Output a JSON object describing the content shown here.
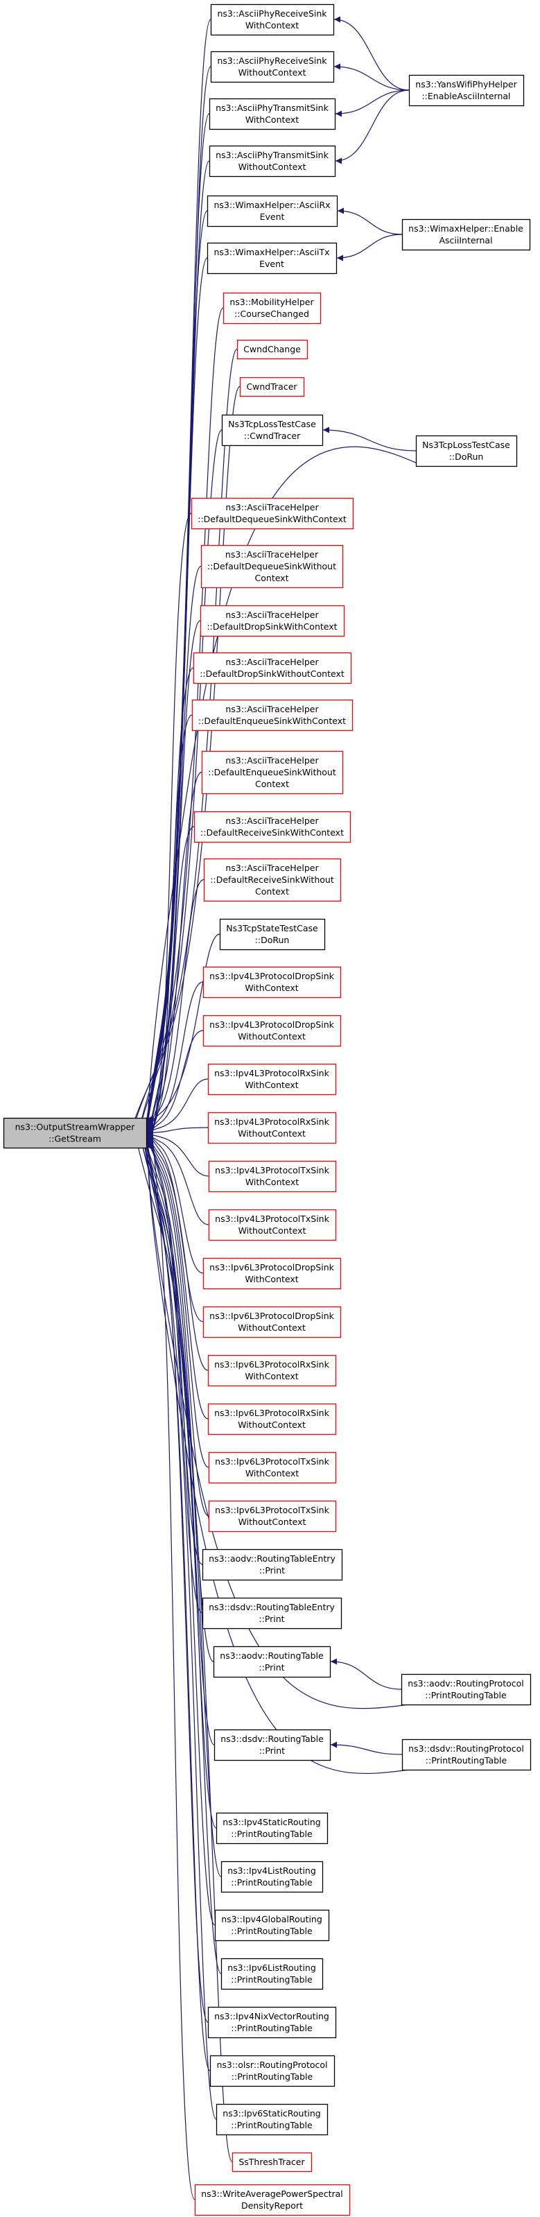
{
  "colors": {
    "edge": "#191970",
    "arrow": "#191970",
    "box_black": "#000000",
    "box_red": "#ff0000",
    "root_fill": "#bfbfbf",
    "node_fill": "#ffffff"
  },
  "root": {
    "id": "root",
    "lines": [
      "ns3::OutputStreamWrapper",
      "::GetStream"
    ]
  },
  "nodes": [
    {
      "id": "n1",
      "lines": [
        "ns3::AsciiPhyReceiveSink",
        "WithContext"
      ],
      "color": "black"
    },
    {
      "id": "n2",
      "lines": [
        "ns3::AsciiPhyReceiveSink",
        "WithoutContext"
      ],
      "color": "black"
    },
    {
      "id": "n3",
      "lines": [
        "ns3::AsciiPhyTransmitSink",
        "WithContext"
      ],
      "color": "black"
    },
    {
      "id": "n4",
      "lines": [
        "ns3::AsciiPhyTransmitSink",
        "WithoutContext"
      ],
      "color": "black"
    },
    {
      "id": "n5",
      "lines": [
        "ns3::WimaxHelper::AsciiRx",
        "Event"
      ],
      "color": "black"
    },
    {
      "id": "n6",
      "lines": [
        "ns3::WimaxHelper::AsciiTx",
        "Event"
      ],
      "color": "black"
    },
    {
      "id": "n7",
      "lines": [
        "ns3::MobilityHelper",
        "::CourseChanged"
      ],
      "color": "red"
    },
    {
      "id": "n8",
      "lines": [
        "CwndChange"
      ],
      "color": "red"
    },
    {
      "id": "n9",
      "lines": [
        "CwndTracer"
      ],
      "color": "red"
    },
    {
      "id": "n10",
      "lines": [
        "Ns3TcpLossTestCase",
        "::CwndTracer"
      ],
      "color": "black"
    },
    {
      "id": "n11",
      "lines": [
        "ns3::AsciiTraceHelper",
        "::DefaultDequeueSinkWithContext"
      ],
      "color": "red"
    },
    {
      "id": "n12",
      "lines": [
        "ns3::AsciiTraceHelper",
        "::DefaultDequeueSinkWithout",
        "Context"
      ],
      "color": "red"
    },
    {
      "id": "n13",
      "lines": [
        "ns3::AsciiTraceHelper",
        "::DefaultDropSinkWithContext"
      ],
      "color": "red"
    },
    {
      "id": "n14",
      "lines": [
        "ns3::AsciiTraceHelper",
        "::DefaultDropSinkWithoutContext"
      ],
      "color": "red"
    },
    {
      "id": "n15",
      "lines": [
        "ns3::AsciiTraceHelper",
        "::DefaultEnqueueSinkWithContext"
      ],
      "color": "red"
    },
    {
      "id": "n16",
      "lines": [
        "ns3::AsciiTraceHelper",
        "::DefaultEnqueueSinkWithout",
        "Context"
      ],
      "color": "red"
    },
    {
      "id": "n17",
      "lines": [
        "ns3::AsciiTraceHelper",
        "::DefaultReceiveSinkWithContext"
      ],
      "color": "red"
    },
    {
      "id": "n18",
      "lines": [
        "ns3::AsciiTraceHelper",
        "::DefaultReceiveSinkWithout",
        "Context"
      ],
      "color": "red"
    },
    {
      "id": "n19",
      "lines": [
        "Ns3TcpStateTestCase",
        "::DoRun"
      ],
      "color": "black"
    },
    {
      "id": "n20",
      "lines": [
        "ns3::Ipv4L3ProtocolDropSink",
        "WithContext"
      ],
      "color": "red"
    },
    {
      "id": "n21",
      "lines": [
        "ns3::Ipv4L3ProtocolDropSink",
        "WithoutContext"
      ],
      "color": "red"
    },
    {
      "id": "n22",
      "lines": [
        "ns3::Ipv4L3ProtocolRxSink",
        "WithContext"
      ],
      "color": "red"
    },
    {
      "id": "n23",
      "lines": [
        "ns3::Ipv4L3ProtocolRxSink",
        "WithoutContext"
      ],
      "color": "red"
    },
    {
      "id": "n24",
      "lines": [
        "ns3::Ipv4L3ProtocolTxSink",
        "WithContext"
      ],
      "color": "red"
    },
    {
      "id": "n25",
      "lines": [
        "ns3::Ipv4L3ProtocolTxSink",
        "WithoutContext"
      ],
      "color": "red"
    },
    {
      "id": "n26",
      "lines": [
        "ns3::Ipv6L3ProtocolDropSink",
        "WithContext"
      ],
      "color": "red"
    },
    {
      "id": "n27",
      "lines": [
        "ns3::Ipv6L3ProtocolDropSink",
        "WithoutContext"
      ],
      "color": "red"
    },
    {
      "id": "n28",
      "lines": [
        "ns3::Ipv6L3ProtocolRxSink",
        "WithContext"
      ],
      "color": "red"
    },
    {
      "id": "n29",
      "lines": [
        "ns3::Ipv6L3ProtocolRxSink",
        "WithoutContext"
      ],
      "color": "red"
    },
    {
      "id": "n30",
      "lines": [
        "ns3::Ipv6L3ProtocolTxSink",
        "WithContext"
      ],
      "color": "red"
    },
    {
      "id": "n31",
      "lines": [
        "ns3::Ipv6L3ProtocolTxSink",
        "WithoutContext"
      ],
      "color": "red"
    },
    {
      "id": "n32",
      "lines": [
        "ns3::aodv::RoutingTableEntry",
        "::Print"
      ],
      "color": "black"
    },
    {
      "id": "n33",
      "lines": [
        "ns3::dsdv::RoutingTableEntry",
        "::Print"
      ],
      "color": "black"
    },
    {
      "id": "n34",
      "lines": [
        "ns3::aodv::RoutingTable",
        "::Print"
      ],
      "color": "black"
    },
    {
      "id": "n35",
      "lines": [
        "ns3::dsdv::RoutingTable",
        "::Print"
      ],
      "color": "black"
    },
    {
      "id": "n36",
      "lines": [
        "ns3::Ipv4StaticRouting",
        "::PrintRoutingTable"
      ],
      "color": "black"
    },
    {
      "id": "n37",
      "lines": [
        "ns3::Ipv4ListRouting",
        "::PrintRoutingTable"
      ],
      "color": "black"
    },
    {
      "id": "n38",
      "lines": [
        "ns3::Ipv4GlobalRouting",
        "::PrintRoutingTable"
      ],
      "color": "black"
    },
    {
      "id": "n39",
      "lines": [
        "ns3::Ipv6ListRouting",
        "::PrintRoutingTable"
      ],
      "color": "black"
    },
    {
      "id": "n40",
      "lines": [
        "ns3::Ipv4NixVectorRouting",
        "::PrintRoutingTable"
      ],
      "color": "black"
    },
    {
      "id": "n41",
      "lines": [
        "ns3::olsr::RoutingProtocol",
        "::PrintRoutingTable"
      ],
      "color": "black"
    },
    {
      "id": "n42",
      "lines": [
        "ns3::Ipv6StaticRouting",
        "::PrintRoutingTable"
      ],
      "color": "black"
    },
    {
      "id": "n43",
      "lines": [
        "SsThreshTracer"
      ],
      "color": "red"
    },
    {
      "id": "n44",
      "lines": [
        "ns3::WriteAveragePowerSpectral",
        "DensityReport"
      ],
      "color": "red"
    }
  ],
  "callers": [
    {
      "id": "c1",
      "lines": [
        "ns3::YansWifiPhyHelper",
        "::EnableAsciiInternal"
      ],
      "color": "black"
    },
    {
      "id": "c2",
      "lines": [
        "ns3::WimaxHelper::Enable",
        "AsciiInternal"
      ],
      "color": "black"
    },
    {
      "id": "c3",
      "lines": [
        "Ns3TcpLossTestCase",
        "::DoRun"
      ],
      "color": "black"
    },
    {
      "id": "c4",
      "lines": [
        "ns3::aodv::RoutingProtocol",
        "::PrintRoutingTable"
      ],
      "color": "black"
    },
    {
      "id": "c5",
      "lines": [
        "ns3::dsdv::RoutingProtocol",
        "::PrintRoutingTable"
      ],
      "color": "black"
    }
  ],
  "caller_edges": [
    {
      "from": "c1",
      "to": "n1"
    },
    {
      "from": "c1",
      "to": "n2"
    },
    {
      "from": "c1",
      "to": "n3"
    },
    {
      "from": "c1",
      "to": "n4"
    },
    {
      "from": "c2",
      "to": "n5"
    },
    {
      "from": "c2",
      "to": "n6"
    },
    {
      "from": "c3",
      "to": "n10"
    },
    {
      "from": "c3",
      "to": "root"
    },
    {
      "from": "c4",
      "to": "n34"
    },
    {
      "from": "c4",
      "to": "root"
    },
    {
      "from": "c5",
      "to": "n35"
    },
    {
      "from": "c5",
      "to": "root"
    }
  ]
}
